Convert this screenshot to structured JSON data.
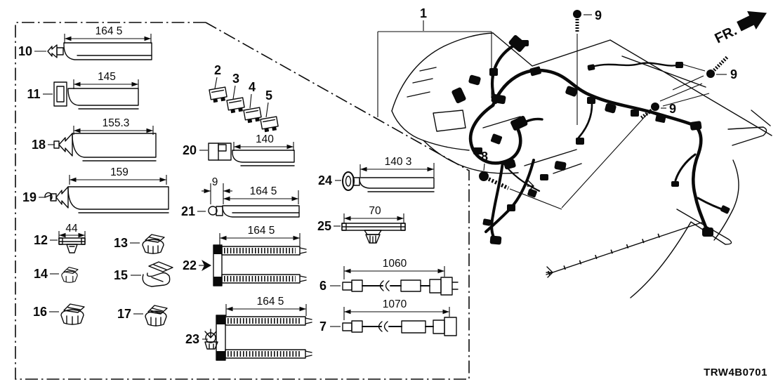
{
  "drawing_code": "TRW4B0701",
  "fr_arrow_label": "FR.",
  "parts": {
    "p1": {
      "ref": "1"
    },
    "p2": {
      "ref": "2"
    },
    "p3": {
      "ref": "3"
    },
    "p4": {
      "ref": "4"
    },
    "p5": {
      "ref": "5"
    },
    "p6": {
      "ref": "6",
      "dim": "1060"
    },
    "p7": {
      "ref": "7",
      "dim": "1070"
    },
    "p8": {
      "ref": "8"
    },
    "p9": {
      "ref": "9"
    },
    "p10": {
      "ref": "10",
      "dim": "164 5"
    },
    "p11": {
      "ref": "11",
      "dim": "145"
    },
    "p12": {
      "ref": "12",
      "dim": "44"
    },
    "p13": {
      "ref": "13"
    },
    "p14": {
      "ref": "14"
    },
    "p15": {
      "ref": "15"
    },
    "p16": {
      "ref": "16"
    },
    "p17": {
      "ref": "17"
    },
    "p18": {
      "ref": "18",
      "dim": "155.3"
    },
    "p19": {
      "ref": "19",
      "dim": "159"
    },
    "p20": {
      "ref": "20",
      "dim": "140"
    },
    "p21": {
      "ref": "21",
      "dim_offset": "9",
      "dim": "164 5"
    },
    "p22": {
      "ref": "22",
      "dim": "164 5"
    },
    "p23": {
      "ref": "23",
      "dim": "164 5"
    },
    "p24": {
      "ref": "24",
      "dim": "140 3"
    },
    "p25": {
      "ref": "25",
      "dim": "70"
    }
  }
}
